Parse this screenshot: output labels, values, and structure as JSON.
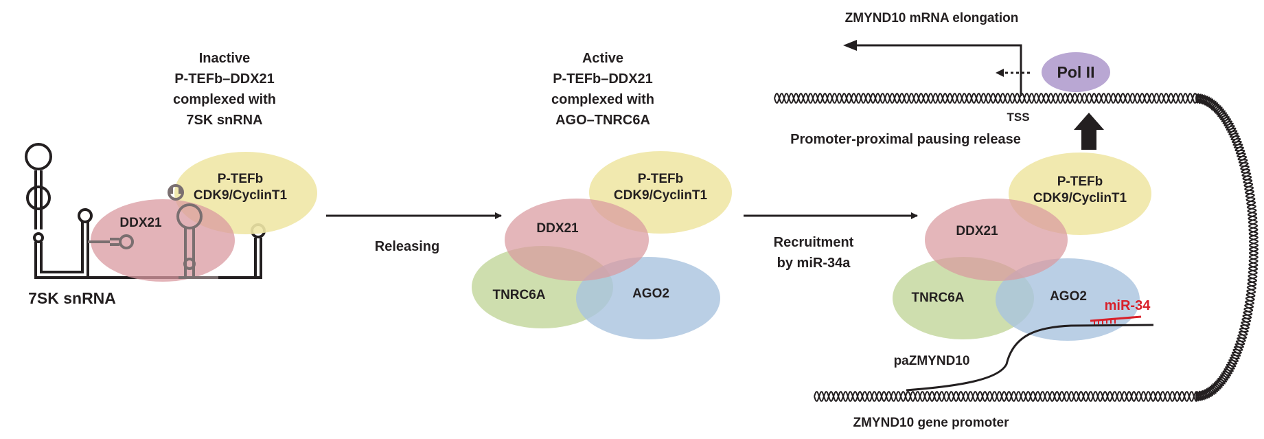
{
  "colors": {
    "ptefb": "#f0e7a6",
    "ddx21": "#d99aa0",
    "tnrc6a": "#c6d8a0",
    "ago2": "#a9c3de",
    "pol2": "#b9a7d3",
    "mir34": "#d8202a",
    "ink": "#231f20"
  },
  "icons": [
    "snrna-stem-loop-icon",
    "dna-helix-icon",
    "arrow-icon"
  ],
  "panel1": {
    "title": [
      "Inactive",
      "P-TEFb–DDX21",
      "complexed with",
      "7SK snRNA"
    ],
    "ptefb_label": [
      "P-TEFb",
      "CDK9/CyclinT1"
    ],
    "ddx21_label": "DDX21",
    "snrna_label": "7SK snRNA"
  },
  "arrow1_label": "Releasing",
  "panel2": {
    "title": [
      "Active",
      "P-TEFb–DDX21",
      "complexed with",
      "AGO–TNRC6A"
    ],
    "ptefb_label": [
      "P-TEFb",
      "CDK9/CyclinT1"
    ],
    "ddx21_label": "DDX21",
    "tnrc6a_label": "TNRC6A",
    "ago2_label": "AGO2"
  },
  "arrow2_label": [
    "Recruitment",
    "by miR-34a"
  ],
  "panel3": {
    "elongation_label": "ZMYND10 mRNA elongation",
    "pol2_label": "Pol II",
    "tss_label": "TSS",
    "pausing_label": "Promoter-proximal pausing release",
    "ptefb_label": [
      "P-TEFb",
      "CDK9/CyclinT1"
    ],
    "ddx21_label": "DDX21",
    "tnrc6a_label": "TNRC6A",
    "ago2_label": "AGO2",
    "mir34_label": "miR-34",
    "pa_label": "paZMYND10",
    "promoter_label": "ZMYND10 gene promoter"
  }
}
